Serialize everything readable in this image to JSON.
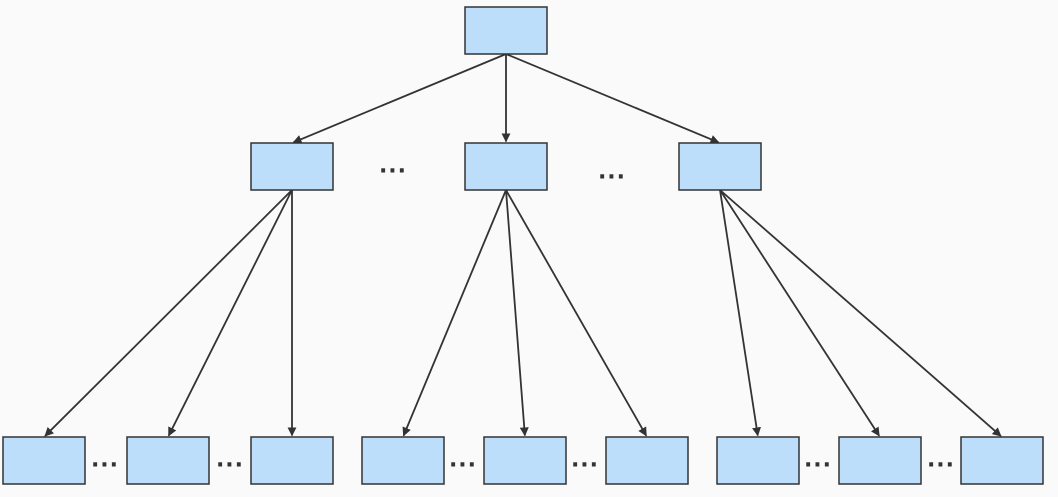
{
  "diagram": {
    "type": "tree",
    "nodes": [
      {
        "id": "root",
        "level": 0
      },
      {
        "id": "m1",
        "level": 1
      },
      {
        "id": "m2",
        "level": 1
      },
      {
        "id": "m3",
        "level": 1
      },
      {
        "id": "l1",
        "level": 2
      },
      {
        "id": "l2",
        "level": 2
      },
      {
        "id": "l3",
        "level": 2
      },
      {
        "id": "l4",
        "level": 2
      },
      {
        "id": "l5",
        "level": 2
      },
      {
        "id": "l6",
        "level": 2
      },
      {
        "id": "l7",
        "level": 2
      },
      {
        "id": "l8",
        "level": 2
      },
      {
        "id": "l9",
        "level": 2
      }
    ],
    "edges": [
      {
        "from": "root",
        "to": "m1"
      },
      {
        "from": "root",
        "to": "m2"
      },
      {
        "from": "root",
        "to": "m3"
      },
      {
        "from": "m1",
        "to": "l1"
      },
      {
        "from": "m1",
        "to": "l2"
      },
      {
        "from": "m1",
        "to": "l3"
      },
      {
        "from": "m2",
        "to": "l4"
      },
      {
        "from": "m2",
        "to": "l5"
      },
      {
        "from": "m2",
        "to": "l6"
      },
      {
        "from": "m3",
        "to": "l7"
      },
      {
        "from": "m3",
        "to": "l8"
      },
      {
        "from": "m3",
        "to": "l9"
      }
    ],
    "ellipsis_label": "···",
    "colors": {
      "node_fill": "#bcdefb",
      "node_stroke": "#333333",
      "edge": "#333333",
      "background": "#fafafa"
    }
  }
}
